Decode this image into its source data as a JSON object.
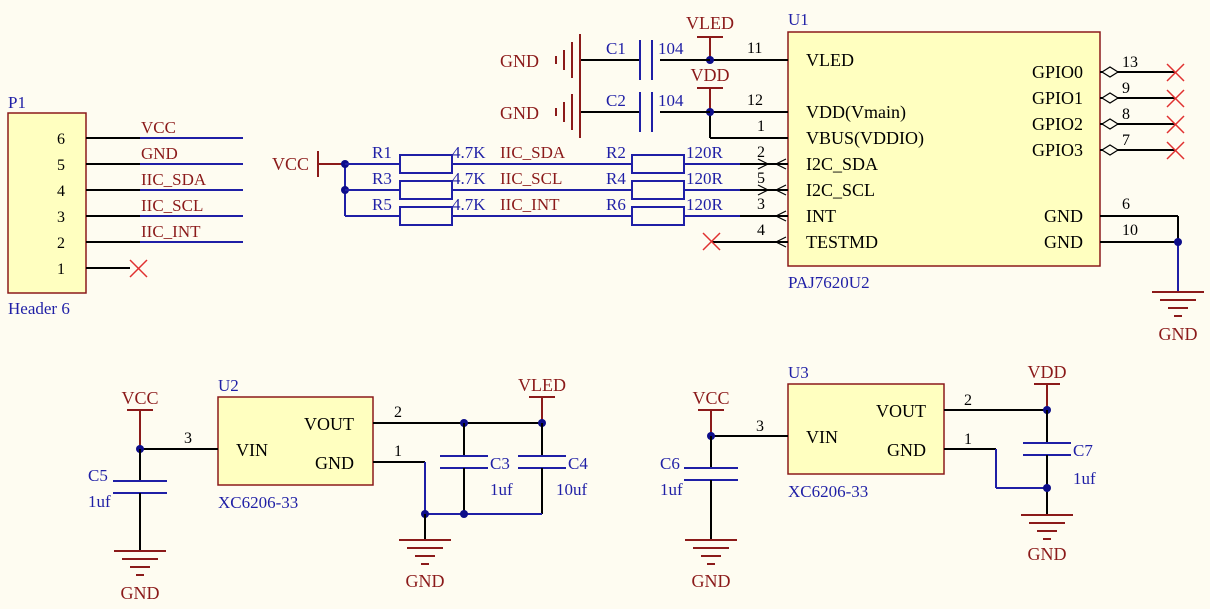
{
  "header": {
    "designator": "P1",
    "part": "Header 6",
    "pins": [
      {
        "num": "6",
        "net": "VCC"
      },
      {
        "num": "5",
        "net": "GND"
      },
      {
        "num": "4",
        "net": "IIC_SDA"
      },
      {
        "num": "3",
        "net": "IIC_SCL"
      },
      {
        "num": "2",
        "net": "IIC_INT"
      },
      {
        "num": "1",
        "net": ""
      }
    ]
  },
  "u1": {
    "designator": "U1",
    "part": "PAJ7620U2",
    "left_pins": [
      {
        "num": "11",
        "name": "VLED"
      },
      {
        "num": "12",
        "name": "VDD(Vmain)"
      },
      {
        "num": "1",
        "name": "VBUS(VDDIO)"
      },
      {
        "num": "2",
        "name": "I2C_SDA"
      },
      {
        "num": "5",
        "name": "I2C_SCL"
      },
      {
        "num": "3",
        "name": "INT"
      },
      {
        "num": "4",
        "name": "TESTMD"
      }
    ],
    "right_pins": [
      {
        "num": "13",
        "name": "GPIO0"
      },
      {
        "num": "9",
        "name": "GPIO1"
      },
      {
        "num": "8",
        "name": "GPIO2"
      },
      {
        "num": "7",
        "name": "GPIO3"
      },
      {
        "num": "6",
        "name": "GND"
      },
      {
        "num": "10",
        "name": "GND"
      }
    ]
  },
  "u1_caps": [
    {
      "ref": "C1",
      "value": "104",
      "power": "VLED"
    },
    {
      "ref": "C2",
      "value": "104",
      "power": "VDD"
    }
  ],
  "pullups": [
    {
      "ref": "R1",
      "value": "4.7K",
      "net": "IIC_SDA"
    },
    {
      "ref": "R3",
      "value": "4.7K",
      "net": "IIC_SCL"
    },
    {
      "ref": "R5",
      "value": "4.7K",
      "net": "IIC_INT"
    }
  ],
  "series": [
    {
      "ref": "R2",
      "value": "120R"
    },
    {
      "ref": "R4",
      "value": "120R"
    },
    {
      "ref": "R6",
      "value": "120R"
    }
  ],
  "u2": {
    "designator": "U2",
    "part": "XC6206-33",
    "vin": "VIN",
    "vout": "VOUT",
    "gnd": "GND",
    "pin_vin": "3",
    "pin_vout": "2",
    "pin_gnd": "1",
    "out_power": "VLED",
    "caps": [
      {
        "ref": "C5",
        "value": "1uf"
      },
      {
        "ref": "C3",
        "value": "1uf"
      },
      {
        "ref": "C4",
        "value": "10uf"
      }
    ]
  },
  "u3": {
    "designator": "U3",
    "part": "XC6206-33",
    "vin": "VIN",
    "vout": "VOUT",
    "gnd": "GND",
    "pin_vin": "3",
    "pin_vout": "2",
    "pin_gnd": "1",
    "out_power": "VDD",
    "caps": [
      {
        "ref": "C6",
        "value": "1uf"
      },
      {
        "ref": "C7",
        "value": "1uf"
      }
    ]
  },
  "power": {
    "vcc": "VCC",
    "gnd": "GND",
    "vled": "VLED",
    "vdd": "VDD"
  }
}
